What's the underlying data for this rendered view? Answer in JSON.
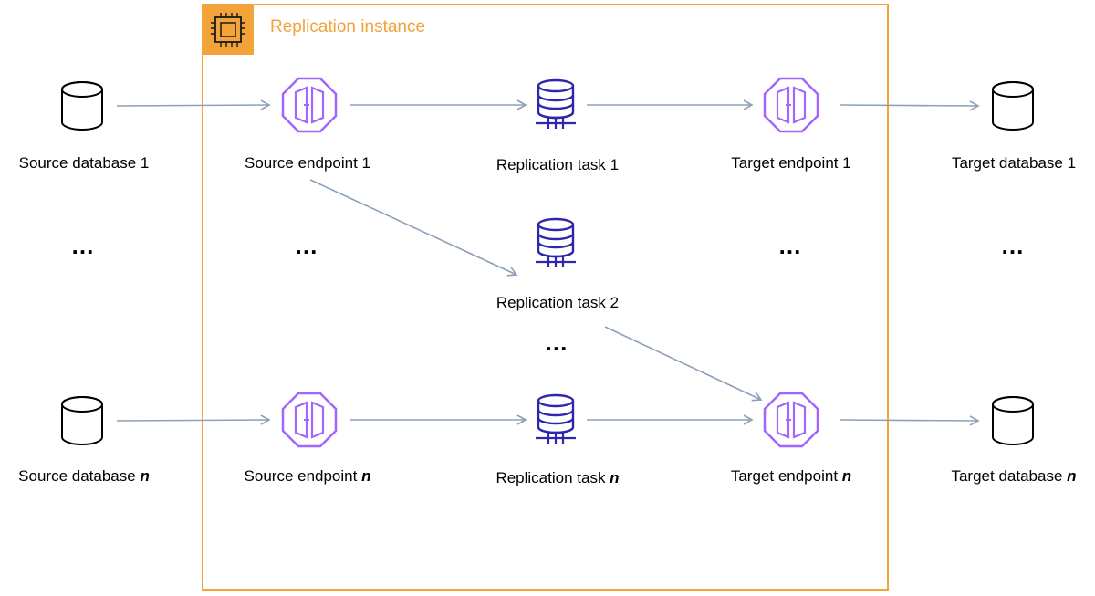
{
  "instance": {
    "label": "Replication instance",
    "color": "#f2a33a"
  },
  "colors": {
    "arrow": "#8da0b8",
    "endpoint": "#a166ff",
    "task": "#2e27ad",
    "database": "#000000"
  },
  "row1": {
    "source_db": "Source database 1",
    "source_ep": "Source endpoint 1",
    "task": "Replication task 1",
    "target_ep": "Target endpoint 1",
    "target_db": "Target database 1"
  },
  "task2": "Replication task 2",
  "rown": {
    "source_db": "Source database ",
    "source_ep": "Source endpoint ",
    "task": "Replication task ",
    "target_ep": "Target endpoint ",
    "target_db": "Target database ",
    "n": "n"
  },
  "ellipsis": "…"
}
